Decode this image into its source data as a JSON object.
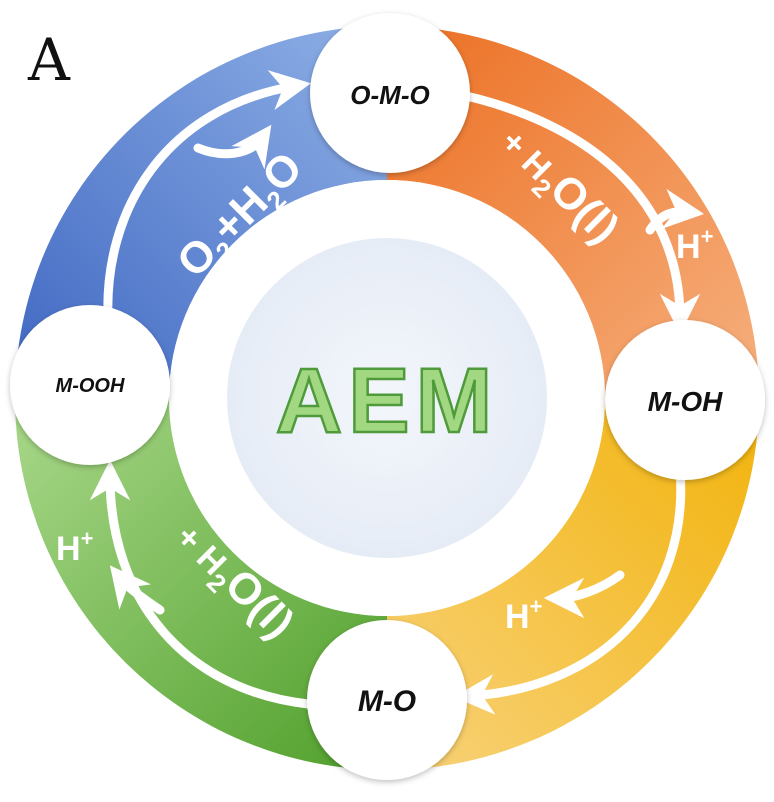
{
  "panel_label": "A",
  "center_label": "AEM",
  "nodes": {
    "top": "O-M-O",
    "right": "M-OH",
    "bottom": "M-O",
    "left": "M-OOH"
  },
  "steps": {
    "orange": {
      "reagent": "+ H",
      "sub": "2",
      "tail": "O(l)",
      "product": "H",
      "sup": "+"
    },
    "yellow": {
      "product": "H",
      "sup": "+"
    },
    "green": {
      "reagent": "+ H",
      "sub": "2",
      "tail": "O(l)",
      "product": "H",
      "sup": "+"
    },
    "blue": {
      "o": "O",
      "osub": "2",
      "plus": "+H",
      "hsub": "2",
      "tail": "O"
    }
  },
  "colors": {
    "blue": "#4a74c8",
    "orange": "#ef7a30",
    "yellow": "#f0b21a",
    "green": "#6fb544",
    "center_fill": "#eef2f9",
    "center_text": "#9fd57e",
    "center_stroke": "#4f9a3a"
  }
}
